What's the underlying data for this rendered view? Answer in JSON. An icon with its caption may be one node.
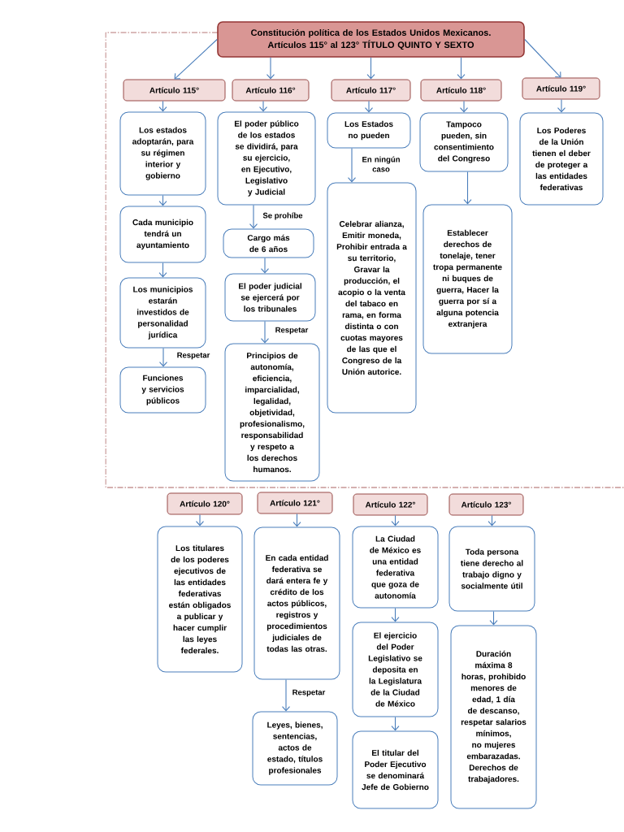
{
  "diagram": {
    "nodes": [
      {
        "text": [
          "Constitución política de los Estados Unidos Mexicanos. Artículos 115° al 123° TÍTULO QUINTO Y SEXTO"
        ]
      },
      {
        "text": [
          "Artículo 115°"
        ]
      },
      {
        "text": [
          "Artículo 116°"
        ]
      },
      {
        "text": [
          "Artículo 117°"
        ]
      },
      {
        "text": [
          "Artículo 118°"
        ]
      },
      {
        "text": [
          "Artículo 119°"
        ]
      },
      {
        "text": [
          "Los estados adoptarán, para su régimen interior y gobierno"
        ]
      },
      {
        "text": [
          "Cada municipio tendrá un ayuntamiento"
        ]
      },
      {
        "text": [
          "Los municipios estarán investidos de personalidad jurídica"
        ]
      },
      {
        "text": [
          "Funciones y servicios públicos"
        ]
      },
      {
        "text": [
          "El poder público de los estados se dividirá, para su ejercicio, en Ejecutivo, Legislativo y Judicial"
        ]
      },
      {
        "text": [
          "Cargo más de 6 años"
        ]
      },
      {
        "text": [
          "El poder judicial se ejercerá por los tribunales"
        ]
      },
      {
        "text": [
          "Principios de autonomía, eficiencia, imparcialidad, legalidad, objetividad, profesionalismo, responsabilidad y respeto a los derechos humanos."
        ]
      },
      {
        "text": [
          "Los Estados no pueden"
        ]
      },
      {
        "text": [
          "Celebrar alianza, Emitir moneda, Prohibir entrada a su territorio, Gravar la producción, el acopio o la venta del tabaco en rama, en forma distinta o con cuotas mayores de las que el Congreso de la Unión autorice."
        ]
      },
      {
        "text": [
          "Tampoco pueden, sin consentimiento del Congreso"
        ]
      },
      {
        "text": [
          "Establecer derechos de tonelaje, tener tropa permanente ni buques de guerra, Hacer la guerra por sí a alguna potencia extranjera"
        ]
      },
      {
        "text": [
          "Los Poderes de la Unión tienen el deber de proteger a las entidades federativas"
        ]
      },
      {
        "text": [
          "Artículo 120°"
        ]
      },
      {
        "text": [
          "Artículo 121°"
        ]
      },
      {
        "text": [
          "Artículo 122°"
        ]
      },
      {
        "text": [
          "Artículo 123°"
        ]
      },
      {
        "text": [
          "Los titulares de los poderes ejecutivos de las entidades federativas están obligados a publicar y hacer cumplir las leyes federales."
        ]
      },
      {
        "text": [
          "En cada entidad federativa se dará entera fe y crédito de los actos públicos, registros y procedimientos judiciales de todas las otras."
        ]
      },
      {
        "text": [
          "Leyes, bienes, sentencias, actos de estado, títulos profesionales"
        ]
      },
      {
        "text": [
          "La Ciudad de México es una entidad federativa que goza de autonomía"
        ]
      },
      {
        "text": [
          "El ejercicio del Poder Legislativo se deposita en la Legislatura de la Ciudad de México"
        ]
      },
      {
        "text": [
          "El titular del Poder Ejecutivo se denominará Jefe de Gobierno"
        ]
      },
      {
        "text": [
          "Toda persona tiene derecho al trabajo digno y socialmente útil"
        ]
      },
      {
        "text": [
          "Duración máxima 8 horas, prohibido menores de edad, 1 día de descanso, respetar salarios mínimos, no mujeres embarazadas. Derechos de trabajadores."
        ]
      }
    ],
    "edges": [
      {
        "from": 0,
        "to": 1,
        "arrow": "to"
      },
      {
        "from": 0,
        "to": 2,
        "arrow": "to"
      },
      {
        "from": 0,
        "to": 3,
        "arrow": "to"
      },
      {
        "from": 0,
        "to": 4,
        "arrow": "to"
      },
      {
        "from": 0,
        "to": 5,
        "arrow": "to"
      },
      {
        "from": 1,
        "to": 6,
        "arrow": "to"
      },
      {
        "from": 6,
        "to": 7,
        "arrow": "to"
      },
      {
        "from": 7,
        "to": 8,
        "arrow": "to"
      },
      {
        "from": 8,
        "to": 9,
        "arrow": "to",
        "label": "Respetar"
      },
      {
        "from": 2,
        "to": 10,
        "arrow": "to"
      },
      {
        "from": 10,
        "to": 11,
        "arrow": "to",
        "label": "Se prohíbe"
      },
      {
        "from": 11,
        "to": 12,
        "arrow": "to"
      },
      {
        "from": 12,
        "to": 13,
        "arrow": "to",
        "label": "Respetar"
      },
      {
        "from": 3,
        "to": 14,
        "arrow": "to"
      },
      {
        "from": 14,
        "to": 15,
        "arrow": "to",
        "label": "En ningún caso"
      },
      {
        "from": 4,
        "to": 16,
        "arrow": "to"
      },
      {
        "from": 16,
        "to": 17,
        "arrow": "to"
      },
      {
        "from": 5,
        "to": 18,
        "arrow": "to"
      },
      {
        "from": 19,
        "to": 23,
        "arrow": "to"
      },
      {
        "from": 20,
        "to": 24,
        "arrow": "to"
      },
      {
        "from": 24,
        "to": 25,
        "arrow": "to",
        "label": "Respetar"
      },
      {
        "from": 21,
        "to": 26,
        "arrow": "to"
      },
      {
        "from": 26,
        "to": 27,
        "arrow": "to"
      },
      {
        "from": 27,
        "to": 28,
        "arrow": "to"
      },
      {
        "from": 22,
        "to": 29,
        "arrow": "to"
      },
      {
        "from": 29,
        "to": 30,
        "arrow": "to"
      }
    ]
  }
}
